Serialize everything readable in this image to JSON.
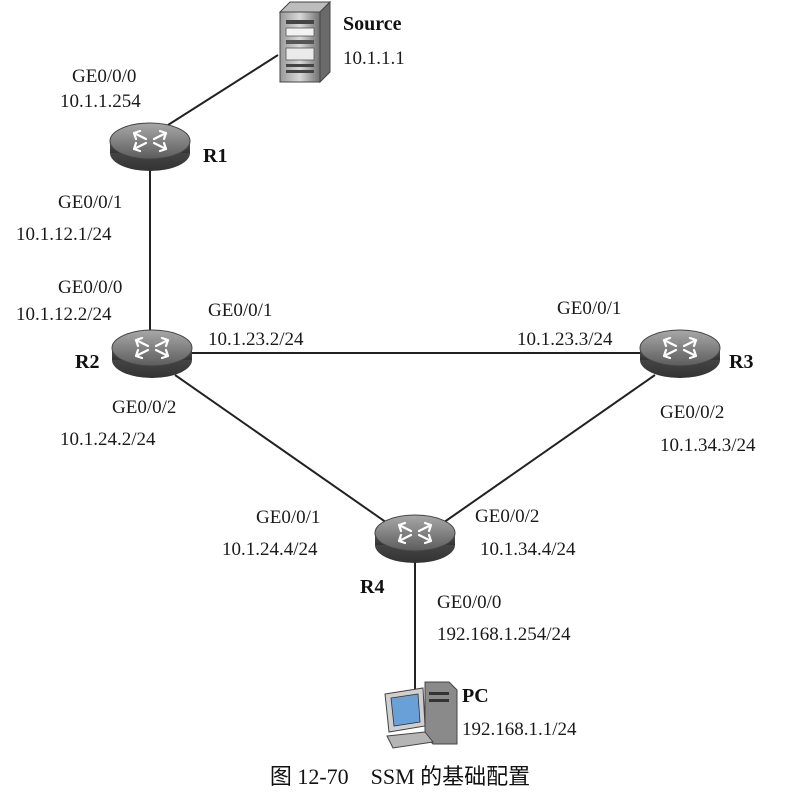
{
  "source": {
    "name": "Source",
    "ip": "10.1.1.1"
  },
  "pc": {
    "name": "PC",
    "ip": "192.168.1.1/24"
  },
  "routers": {
    "r1": {
      "name": "R1"
    },
    "r2": {
      "name": "R2"
    },
    "r3": {
      "name": "R3"
    },
    "r4": {
      "name": "R4"
    }
  },
  "interfaces": {
    "r1_ge000": {
      "port": "GE0/0/0",
      "ip": "10.1.1.254"
    },
    "r1_ge001": {
      "port": "GE0/0/1",
      "ip": "10.1.12.1/24"
    },
    "r2_ge000": {
      "port": "GE0/0/0",
      "ip": "10.1.12.2/24"
    },
    "r2_ge001": {
      "port": "GE0/0/1",
      "ip": "10.1.23.2/24"
    },
    "r2_ge002": {
      "port": "GE0/0/2",
      "ip": "10.1.24.2/24"
    },
    "r3_ge001": {
      "port": "GE0/0/1",
      "ip": "10.1.23.3/24"
    },
    "r3_ge002": {
      "port": "GE0/0/2",
      "ip": "10.1.34.3/24"
    },
    "r4_ge001": {
      "port": "GE0/0/1",
      "ip": "10.1.24.4/24"
    },
    "r4_ge002": {
      "port": "GE0/0/2",
      "ip": "10.1.34.4/24"
    },
    "r4_ge000": {
      "port": "GE0/0/0",
      "ip": "192.168.1.254/24"
    }
  },
  "caption": "图 12-70    SSM 的基础配置",
  "colors": {
    "router_body": "#6f6f6f",
    "router_top": "#9a9a9a",
    "line": "#222222"
  },
  "icons": {
    "router": "router-icon",
    "server": "server-icon",
    "pc": "pc-icon"
  }
}
